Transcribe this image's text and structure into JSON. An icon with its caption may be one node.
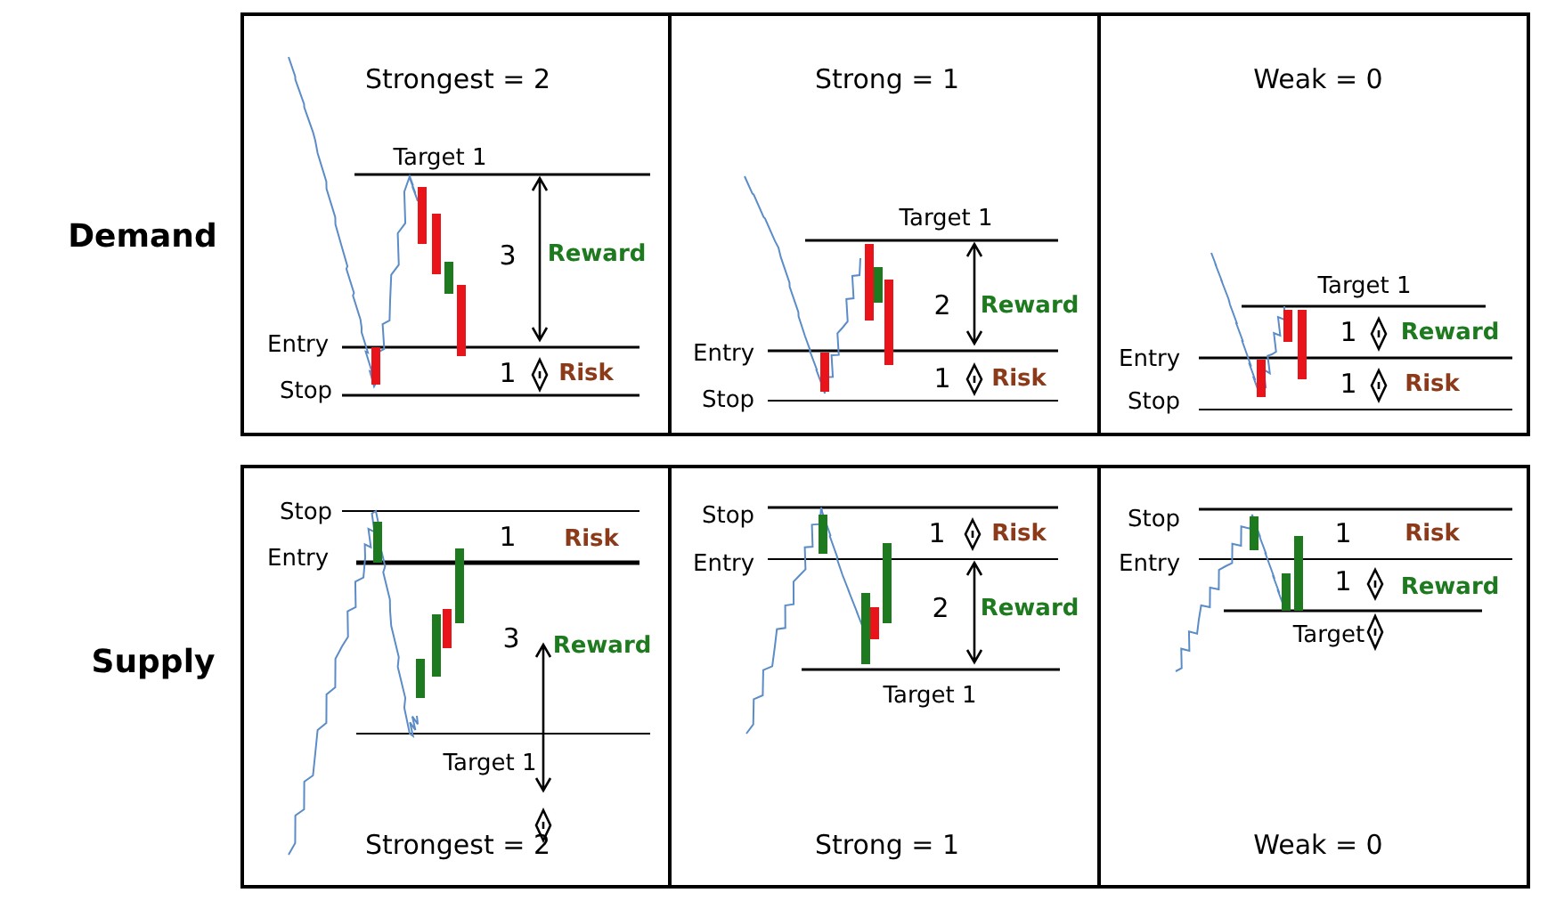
{
  "diagram": {
    "nodes": [
      {
        "text": [
          "Strongest = 2",
          "Target 1",
          "3",
          "Reward",
          "Entry",
          "1",
          "Risk",
          "Stop"
        ]
      },
      {
        "text": [
          "Strong = 1",
          "Target 1",
          "2",
          "Reward",
          "Entry",
          "1",
          "Risk",
          "Stop"
        ]
      },
      {
        "text": [
          "Weak = 0",
          "Target 1",
          "1",
          "Reward",
          "Entry",
          "1",
          "Risk",
          "Stop"
        ]
      },
      {
        "text": [
          "Stop",
          "1",
          "Risk",
          "Entry",
          "3",
          "Reward",
          "Target 1",
          "Strongest = 2"
        ]
      },
      {
        "text": [
          "Stop",
          "1",
          "Risk",
          "Entry",
          "2",
          "Reward",
          "Target 1",
          "Strong = 1"
        ]
      },
      {
        "text": [
          "Stop",
          "1",
          "Risk",
          "Entry",
          "1",
          "Reward",
          "Target",
          "Weak = 0"
        ]
      }
    ],
    "labels": [
      "Demand",
      "Supply"
    ]
  }
}
